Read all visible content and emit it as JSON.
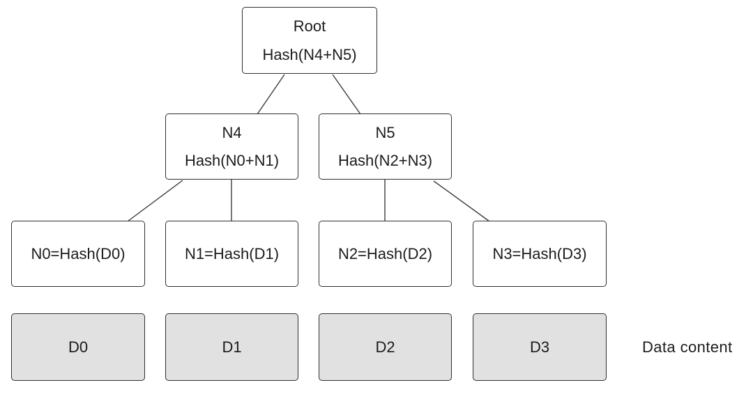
{
  "diagram": {
    "root_node": {
      "name": "Root",
      "formula": "Hash(N4+N5)"
    },
    "internal_nodes": [
      {
        "name": "N4",
        "formula": "Hash(N0+N1)"
      },
      {
        "name": "N5",
        "formula": "Hash(N2+N3)"
      }
    ],
    "leaf_nodes": [
      {
        "label": "N0=Hash(D0)"
      },
      {
        "label": "N1=Hash(D1)"
      },
      {
        "label": "N2=Hash(D2)"
      },
      {
        "label": "N3=Hash(D3)"
      }
    ],
    "data_blocks": [
      {
        "label": "D0"
      },
      {
        "label": "D1"
      },
      {
        "label": "D2"
      },
      {
        "label": "D3"
      }
    ],
    "annotations": {
      "data_content_label": "Data content"
    },
    "edges": [
      {
        "from": "Root",
        "to": "N4"
      },
      {
        "from": "Root",
        "to": "N5"
      },
      {
        "from": "N4",
        "to": "N0"
      },
      {
        "from": "N4",
        "to": "N1"
      },
      {
        "from": "N5",
        "to": "N2"
      },
      {
        "from": "N5",
        "to": "N3"
      }
    ],
    "colors": {
      "background": "#ffffff",
      "node_border": "#2e2e2e",
      "node_fill": "#ffffff",
      "data_block_fill": "#e1e1e1",
      "text": "#1b1b1b",
      "connector": "#3c3c3c"
    }
  }
}
